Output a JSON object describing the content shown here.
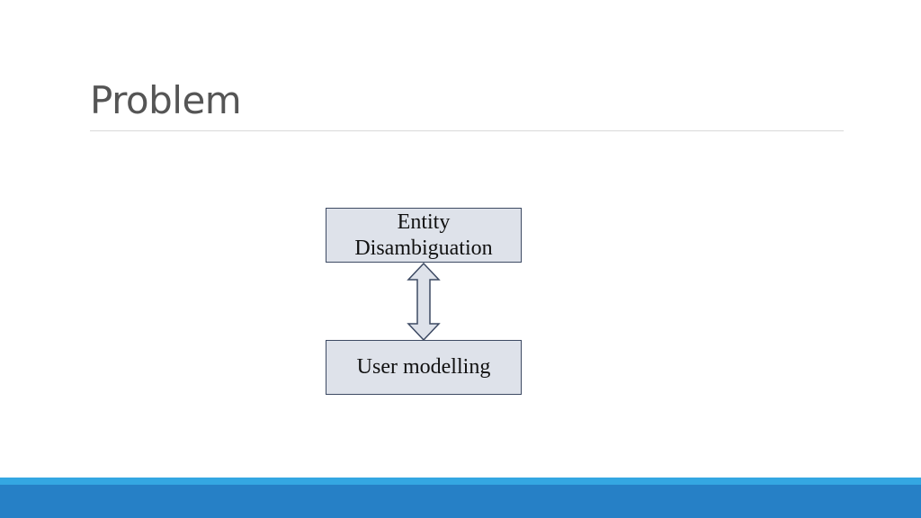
{
  "slide": {
    "title": "Problem"
  },
  "diagram": {
    "nodes": [
      {
        "id": "entity-disambiguation",
        "label": "Entity Disambiguation"
      },
      {
        "id": "user-modelling",
        "label": "User modelling"
      }
    ],
    "edges": [
      {
        "from": "entity-disambiguation",
        "to": "user-modelling",
        "direction": "bidirectional"
      }
    ]
  },
  "colors": {
    "title_text": "#555555",
    "title_rule": "#d9d9d9",
    "box_fill": "#dee2ea",
    "box_border": "#3d4a63",
    "arrow_fill": "#dee2ea",
    "arrow_stroke": "#3d4a63",
    "footer_accent": "#34a7e2",
    "footer_bar": "#2680c6"
  }
}
